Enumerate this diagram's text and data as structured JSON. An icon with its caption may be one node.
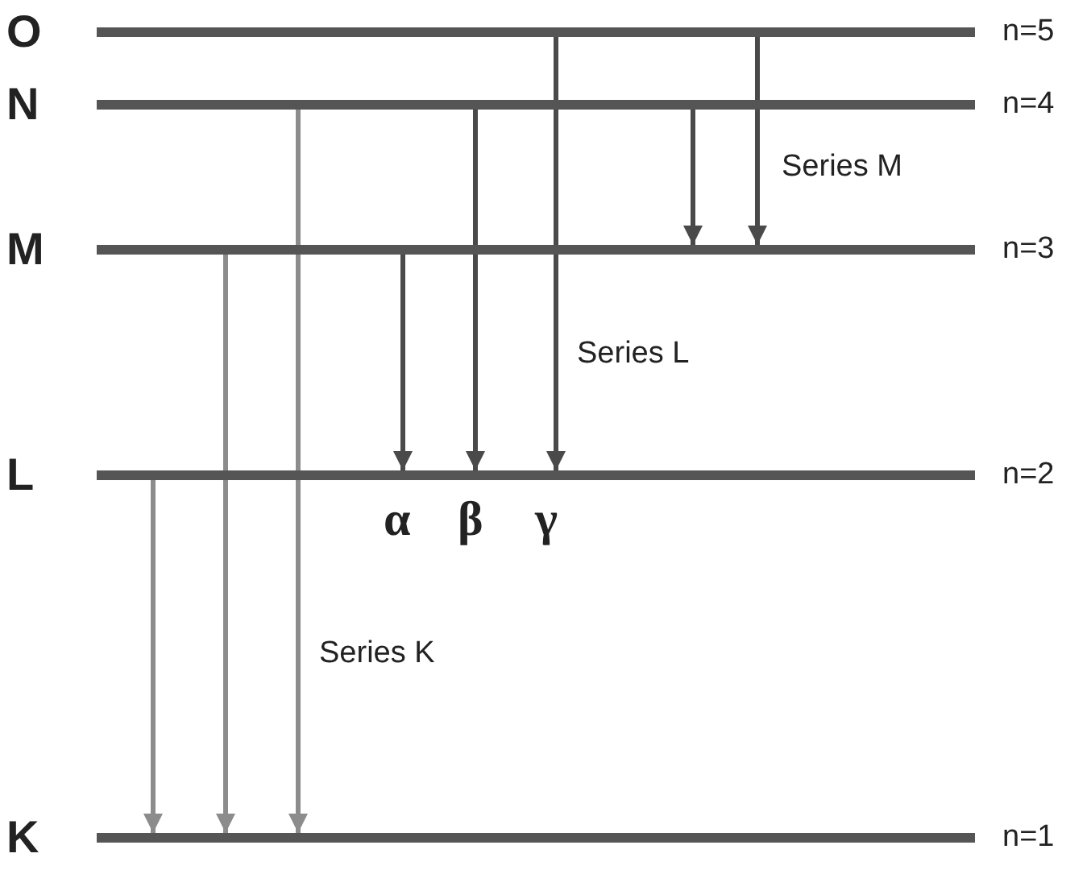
{
  "diagram": {
    "nodes": [
      {
        "text": [
          "O"
        ],
        "beside": [
          "n=5"
        ]
      },
      {
        "text": [
          "N"
        ],
        "beside": [
          "n=4"
        ]
      },
      {
        "text": [
          "M"
        ],
        "beside": [
          "n=3"
        ]
      },
      {
        "text": [
          "L"
        ],
        "beside": [
          "n=2"
        ]
      },
      {
        "text": [
          "K"
        ],
        "beside": [
          "n=1"
        ]
      }
    ],
    "edges": [
      {
        "from": 0,
        "to": 2,
        "arrow": "to"
      },
      {
        "from": 1,
        "to": 2,
        "arrow": "to"
      },
      {
        "from": 2,
        "to": 3,
        "arrow": "to"
      },
      {
        "from": 1,
        "to": 3,
        "arrow": "to"
      },
      {
        "from": 0,
        "to": 3,
        "arrow": "to"
      },
      {
        "from": 3,
        "to": 4,
        "arrow": "to",
        "color": "#8c8c8c"
      },
      {
        "from": 2,
        "to": 4,
        "arrow": "to",
        "color": "#8c8c8c"
      },
      {
        "from": 1,
        "to": 4,
        "arrow": "to",
        "color": "#8c8c8c"
      }
    ],
    "labels": [
      "Series M",
      "Series L",
      "α",
      "β",
      "γ",
      "Series K"
    ]
  }
}
